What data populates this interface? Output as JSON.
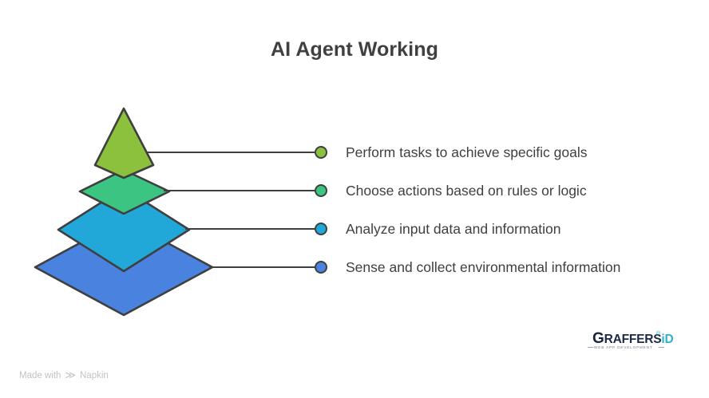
{
  "page": {
    "title": "AI Agent Working",
    "background_color": "#ffffff"
  },
  "chart_data": {
    "type": "diagram",
    "subtype": "stacked-pyramid-layers",
    "title": "AI Agent Working",
    "orientation": "bottom-to-top",
    "layer_count": 4,
    "layers": [
      {
        "index": 0,
        "position": "top",
        "shape": "triangle",
        "label": "Perform tasks to achieve specific goals",
        "fill_color": "#8CC13E",
        "dot_color": "#8CC13E",
        "stroke_color": "#3f3f3f"
      },
      {
        "index": 1,
        "position": "upper-middle",
        "shape": "diamond",
        "label": "Choose actions based on rules or logic",
        "fill_color": "#3CC483",
        "dot_color": "#3CC483",
        "stroke_color": "#3f3f3f"
      },
      {
        "index": 2,
        "position": "lower-middle",
        "shape": "diamond",
        "label": "Analyze input data and information",
        "fill_color": "#21A8D8",
        "dot_color": "#21A8D8",
        "stroke_color": "#3f3f3f"
      },
      {
        "index": 3,
        "position": "bottom",
        "shape": "diamond",
        "label": "Sense and collect environmental information",
        "fill_color": "#4A82E0",
        "dot_color": "#4A82E0",
        "stroke_color": "#3f3f3f"
      }
    ],
    "connector_color": "#3f3f3f",
    "label_text_color": "#3f3f3f"
  },
  "labels": [
    "Perform tasks to achieve specific goals",
    "Choose actions based on rules or logic",
    "Analyze input data and information",
    "Sense and collect environmental information"
  ],
  "brand": {
    "name_prefix": "G",
    "name_mid": "RAFFERS",
    "name_suffix": "iD",
    "trademark": "®",
    "tagline": "WEB APP DEVELOPMENT"
  },
  "footer": {
    "made_with": "Made with",
    "product": "Napkin",
    "mark_icon": "napkin-chevrons-icon"
  }
}
